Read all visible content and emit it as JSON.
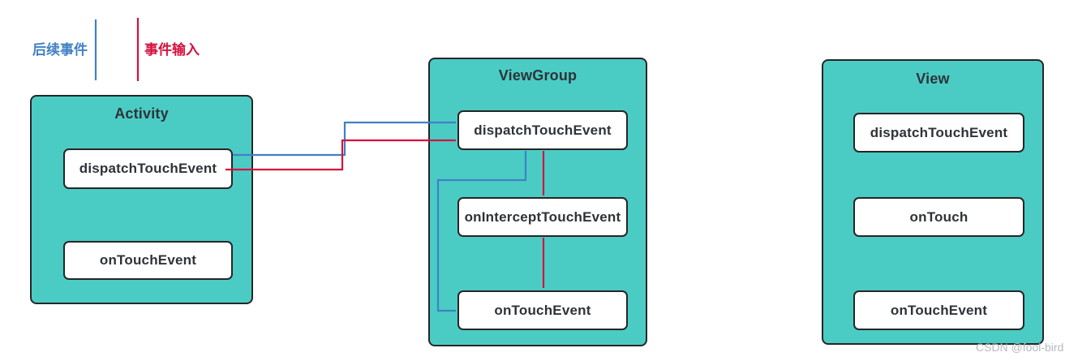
{
  "colors": {
    "panel_fill": "#4accc5",
    "panel_border": "#262626",
    "blue": "#4180c4",
    "red": "#d6113e",
    "text": "#2e3338",
    "watermark": "#b4bac0"
  },
  "legend": {
    "subsequent_events": "后续事件",
    "event_input": "事件输入"
  },
  "panels": [
    {
      "title": "Activity",
      "methods": [
        "dispatchTouchEvent",
        "onTouchEvent"
      ]
    },
    {
      "title": "ViewGroup",
      "methods": [
        "dispatchTouchEvent",
        "onInterceptTouchEvent",
        "onTouchEvent"
      ]
    },
    {
      "title": "View",
      "methods": [
        "dispatchTouchEvent",
        "onTouch",
        "onTouchEvent"
      ]
    }
  ],
  "watermark": "CSDN @fool-bird"
}
